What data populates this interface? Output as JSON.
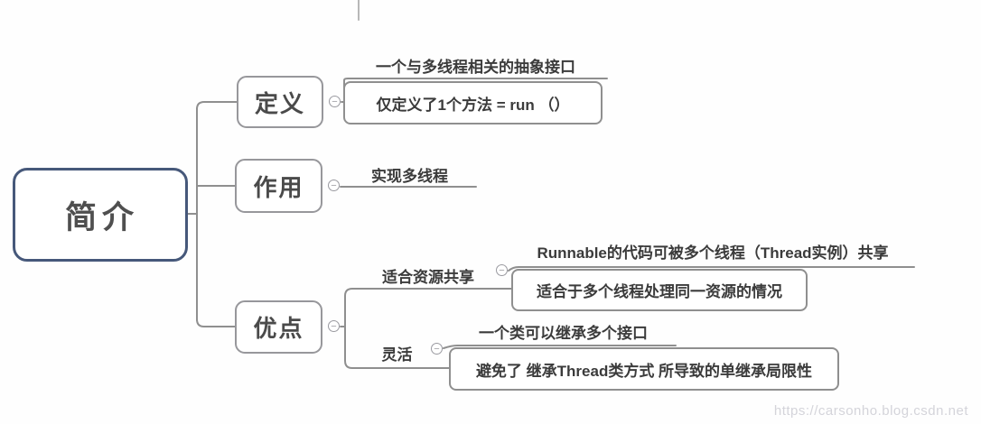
{
  "diagram": {
    "title_hint": "Runnable 简介思维导图",
    "collapse_glyph": "−",
    "colors": {
      "root_border": "#46587a",
      "node_border": "#97979b",
      "branch_line": "#8f8f8f",
      "text": "#3b3b3b",
      "watermark": "#d2d2d8"
    },
    "root": {
      "label": "简介"
    },
    "branches": [
      {
        "label": "定义",
        "children": [
          {
            "label": "一个与多线程相关的抽象接口",
            "style": "underline"
          },
          {
            "label": "仅定义了1个方法 = run （）",
            "style": "box"
          }
        ]
      },
      {
        "label": "作用",
        "children": [
          {
            "label": "实现多线程",
            "style": "underline"
          }
        ]
      },
      {
        "label": "优点",
        "children": [
          {
            "label": "适合资源共享",
            "style": "underline",
            "children": [
              {
                "label": "Runnable的代码可被多个线程（Thread实例）共享",
                "style": "underline"
              },
              {
                "label": "适合于多个线程处理同一资源的情况",
                "style": "box"
              }
            ]
          },
          {
            "label": "灵活",
            "style": "underline",
            "children": [
              {
                "label": "一个类可以继承多个接口",
                "style": "underline"
              },
              {
                "label": "避免了 继承Thread类方式 所导致的单继承局限性",
                "style": "box"
              }
            ]
          }
        ]
      }
    ]
  },
  "watermark": {
    "text": "https://carsonho.blog.csdn.net"
  }
}
